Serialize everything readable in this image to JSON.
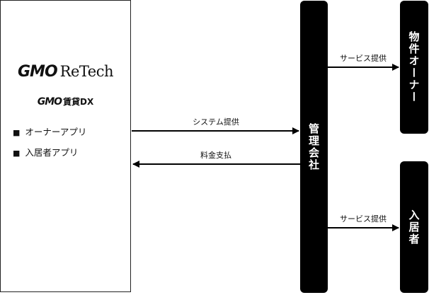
{
  "company": {
    "logo_main_gmo": "GMO",
    "logo_main_rest": "ReTech",
    "logo_sub_gmo": "GMO",
    "logo_sub_rest": "賃貸DX",
    "apps": [
      {
        "bullet": "■",
        "label": "オーナーアプリ"
      },
      {
        "bullet": "■",
        "label": "入居者アプリ"
      }
    ]
  },
  "nodes": {
    "kanri": "管理会社",
    "owner": "物件オーナー",
    "tenant": "入居者"
  },
  "flows": {
    "system": "システム提供",
    "payment": "料金支払",
    "service_owner": "サービス提供",
    "service_tenant": "サービス提供"
  },
  "colors": {
    "arrow": "#000000",
    "node_fill": "#000000",
    "node_text": "#ffffff"
  }
}
